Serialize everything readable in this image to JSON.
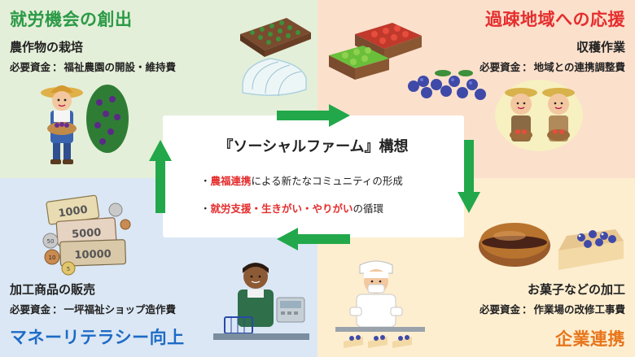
{
  "quadrants": {
    "top_left": {
      "title": "就労機会の創出",
      "item_label": "農作物の栽培",
      "fund_prefix": "必要資金",
      "fund_sep": "：",
      "fund_value": "福祉農園の開設・維持費"
    },
    "top_right": {
      "title": "過疎地域への応援",
      "item_label": "収穫作業",
      "fund_prefix": "必要資金",
      "fund_sep": "：",
      "fund_value": "地域との連携調整費"
    },
    "bottom_left": {
      "title": "マネーリテラシー向上",
      "item_label": "加工商品の販売",
      "fund_prefix": "必要資金",
      "fund_sep": "：",
      "fund_value": "一坪福祉ショップ造作費"
    },
    "bottom_right": {
      "title": "企業連携",
      "item_label": "お菓子などの加工",
      "fund_prefix": "必要資金",
      "fund_sep": "：",
      "fund_value": "作業場の改修工事費"
    }
  },
  "center": {
    "title": "『ソーシャルファーム』構想",
    "line1": {
      "bullet": "・",
      "highlight": "農福連携",
      "rest": "による新たなコミュニティの形成"
    },
    "line2": {
      "bullet": "・",
      "highlight": "就労支援・生きがい・やりがい",
      "rest": "の循環"
    }
  },
  "banknotes": [
    "1000",
    "5000",
    "10000"
  ],
  "coins": [
    "50",
    "10",
    "5"
  ],
  "colors": {
    "arrow": "#22a84a",
    "tl_bg": "#e4efd9",
    "tr_bg": "#fbe0cc",
    "bl_bg": "#dbe7f4",
    "br_bg": "#fdeed0",
    "highlight_red": "#e52d2d"
  }
}
